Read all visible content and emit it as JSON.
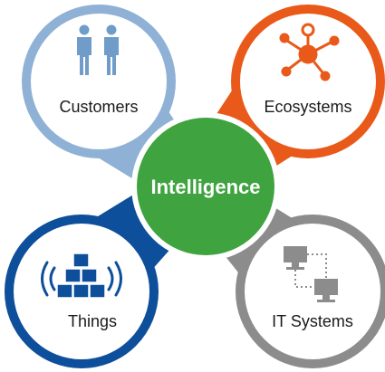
{
  "center": {
    "label": "Intelligence",
    "color": "#3fa33f"
  },
  "nodes": [
    {
      "key": "customers",
      "label": "Customers",
      "color": "#8fb1d6",
      "icon": "people-icon"
    },
    {
      "key": "ecosystems",
      "label": "Ecosystems",
      "color": "#e8591a",
      "icon": "network-icon"
    },
    {
      "key": "things",
      "label": "Things",
      "color": "#0d4f9a",
      "icon": "cubes-signal-icon"
    },
    {
      "key": "it_systems",
      "label": "IT Systems",
      "color": "#8c8c8c",
      "icon": "computers-icon"
    }
  ]
}
